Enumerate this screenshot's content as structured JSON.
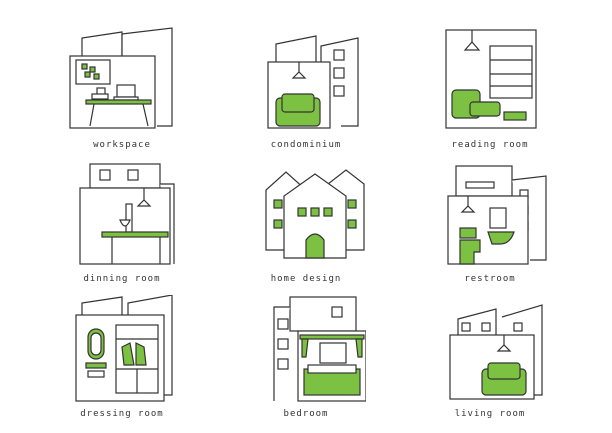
{
  "accent_color": "#7dc142",
  "icons": [
    {
      "label": "workspace"
    },
    {
      "label": "condominium"
    },
    {
      "label": "reading room"
    },
    {
      "label": "dinning room"
    },
    {
      "label": "home design"
    },
    {
      "label": "restroom"
    },
    {
      "label": "dressing room"
    },
    {
      "label": "bedroom"
    },
    {
      "label": "living room"
    }
  ]
}
